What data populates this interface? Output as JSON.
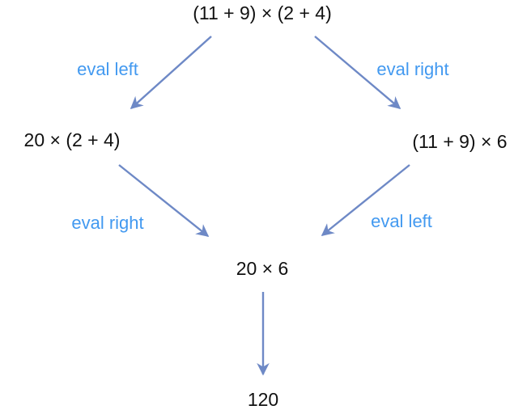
{
  "diagram": {
    "root_expression": "(11 + 9) × (2 + 4)",
    "left_expression": "20 × (2 + 4)",
    "right_expression": "(11 + 9) × 6",
    "merged_expression": "20 × 6",
    "result": "120",
    "edges": {
      "top_left_label": "eval left",
      "top_right_label": "eval right",
      "bottom_left_label": "eval right",
      "bottom_right_label": "eval left"
    },
    "colors": {
      "expression_text": "#111111",
      "edge_label": "#4299f0",
      "arrow": "#6e89c6"
    }
  }
}
